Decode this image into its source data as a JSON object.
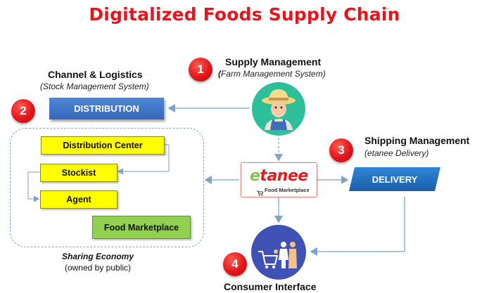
{
  "title": "Digitalized Foods Supply Chain",
  "nodes": {
    "supply": {
      "number": "1",
      "heading": "Supply Management",
      "subheading_first": "(",
      "subheading_rest": "Farm Management System)"
    },
    "channel": {
      "number": "2",
      "heading": "Channel & Logistics",
      "subheading": "(Stock Management System)",
      "button_label": "DISTRIBUTION"
    },
    "shipping": {
      "number": "3",
      "heading": "Shipping Management",
      "subheading": "(etanee Delivery)",
      "button_label": "DELIVERY"
    },
    "consumer": {
      "number": "4",
      "heading": "Consumer Interface"
    }
  },
  "sharing_economy": {
    "items": [
      "Distribution Center",
      "Stockist",
      "Agent"
    ],
    "marketplace_label": "Food Marketplace",
    "caption_title": "Sharing Economy",
    "caption_sub": "(owned by public)"
  },
  "logo": {
    "word_first": "e",
    "word_rest": "tanee",
    "tagline": "Food Marketplace"
  },
  "colors": {
    "title": "#e8141b",
    "badge": "#e3161b",
    "button_blue": "#3f77c8",
    "panel_yellow": "#ffff00",
    "panel_green": "#92d050",
    "farmer_circle": "#2dbf9a",
    "consumer_circle": "#3f51b5",
    "connector": "#8fb0d3"
  },
  "icons": {
    "farmer": "farmer-icon",
    "consumer": "shopping-family-icon"
  }
}
